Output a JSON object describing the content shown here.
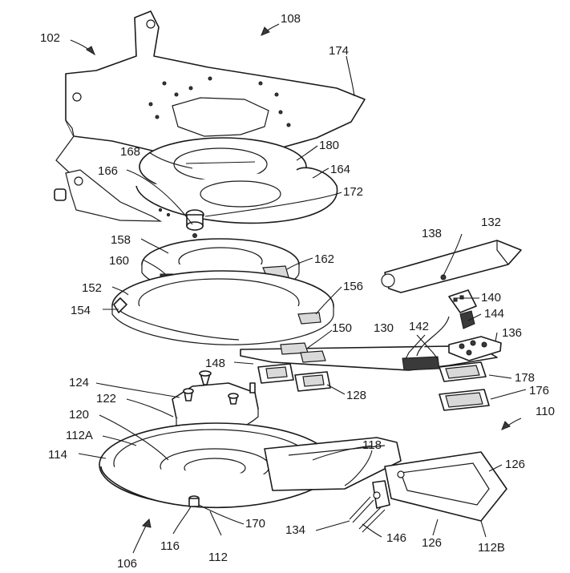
{
  "reference_labels": {
    "l102": "102",
    "l108": "108",
    "l174": "174",
    "l168": "168",
    "l180": "180",
    "l166": "166",
    "l164": "164",
    "l172": "172",
    "l138": "138",
    "l132": "132",
    "l158": "158",
    "l160": "160",
    "l162": "162",
    "l152": "152",
    "l156": "156",
    "l140": "140",
    "l154": "154",
    "l142": "142",
    "l144": "144",
    "l150": "150",
    "l130": "130",
    "l136": "136",
    "l148": "148",
    "l178": "178",
    "l124": "124",
    "l128": "128",
    "l176": "176",
    "l122": "122",
    "l110": "110",
    "l120": "120",
    "l112A": "112A",
    "l118": "118",
    "l114": "114",
    "l126a": "126",
    "l134": "134",
    "l170": "170",
    "l146": "146",
    "l126b": "126",
    "l116": "116",
    "l112B": "112B",
    "l112": "112",
    "l106": "106"
  }
}
